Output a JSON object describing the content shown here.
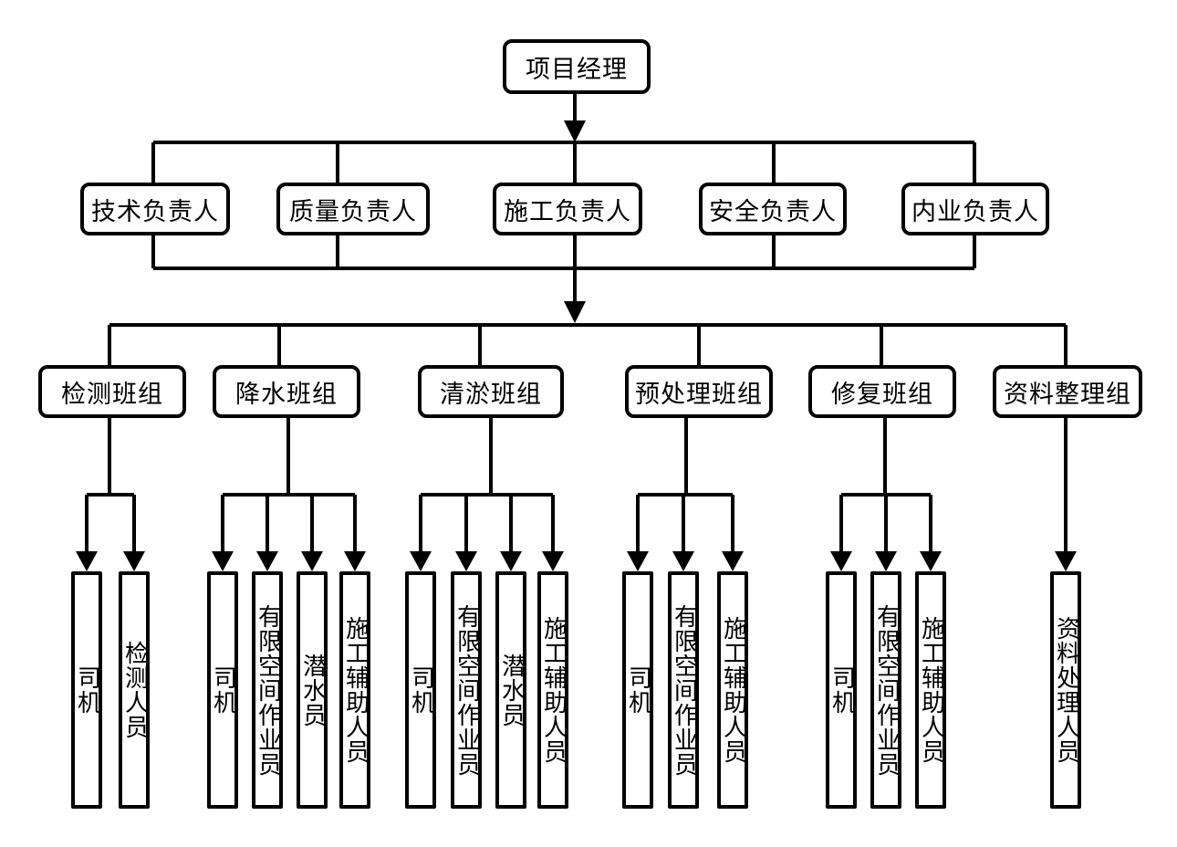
{
  "root": {
    "label": "项目经理"
  },
  "managers": [
    {
      "label": "技术负责人"
    },
    {
      "label": "质量负责人"
    },
    {
      "label": "施工负责人"
    },
    {
      "label": "安全负责人"
    },
    {
      "label": "内业负责人"
    }
  ],
  "teams": [
    {
      "label": "检测班组",
      "members": [
        {
          "label": "司机"
        },
        {
          "label": "检测人员"
        }
      ]
    },
    {
      "label": "降水班组",
      "members": [
        {
          "label": "司机"
        },
        {
          "label": "有限空间作业员"
        },
        {
          "label": "潜水员"
        },
        {
          "label": "施工辅助人员"
        }
      ]
    },
    {
      "label": "清淤班组",
      "members": [
        {
          "label": "司机"
        },
        {
          "label": "有限空间作业员"
        },
        {
          "label": "潜水员"
        },
        {
          "label": "施工辅助人员"
        }
      ]
    },
    {
      "label": "预处理班组",
      "members": [
        {
          "label": "司机"
        },
        {
          "label": "有限空间作业员"
        },
        {
          "label": "施工辅助人员"
        }
      ]
    },
    {
      "label": "修复班组",
      "members": [
        {
          "label": "司机"
        },
        {
          "label": "有限空间作业员"
        },
        {
          "label": "施工辅助人员"
        }
      ]
    },
    {
      "label": "资料整理组",
      "members": [
        {
          "label": "资料处理人员"
        }
      ]
    }
  ]
}
